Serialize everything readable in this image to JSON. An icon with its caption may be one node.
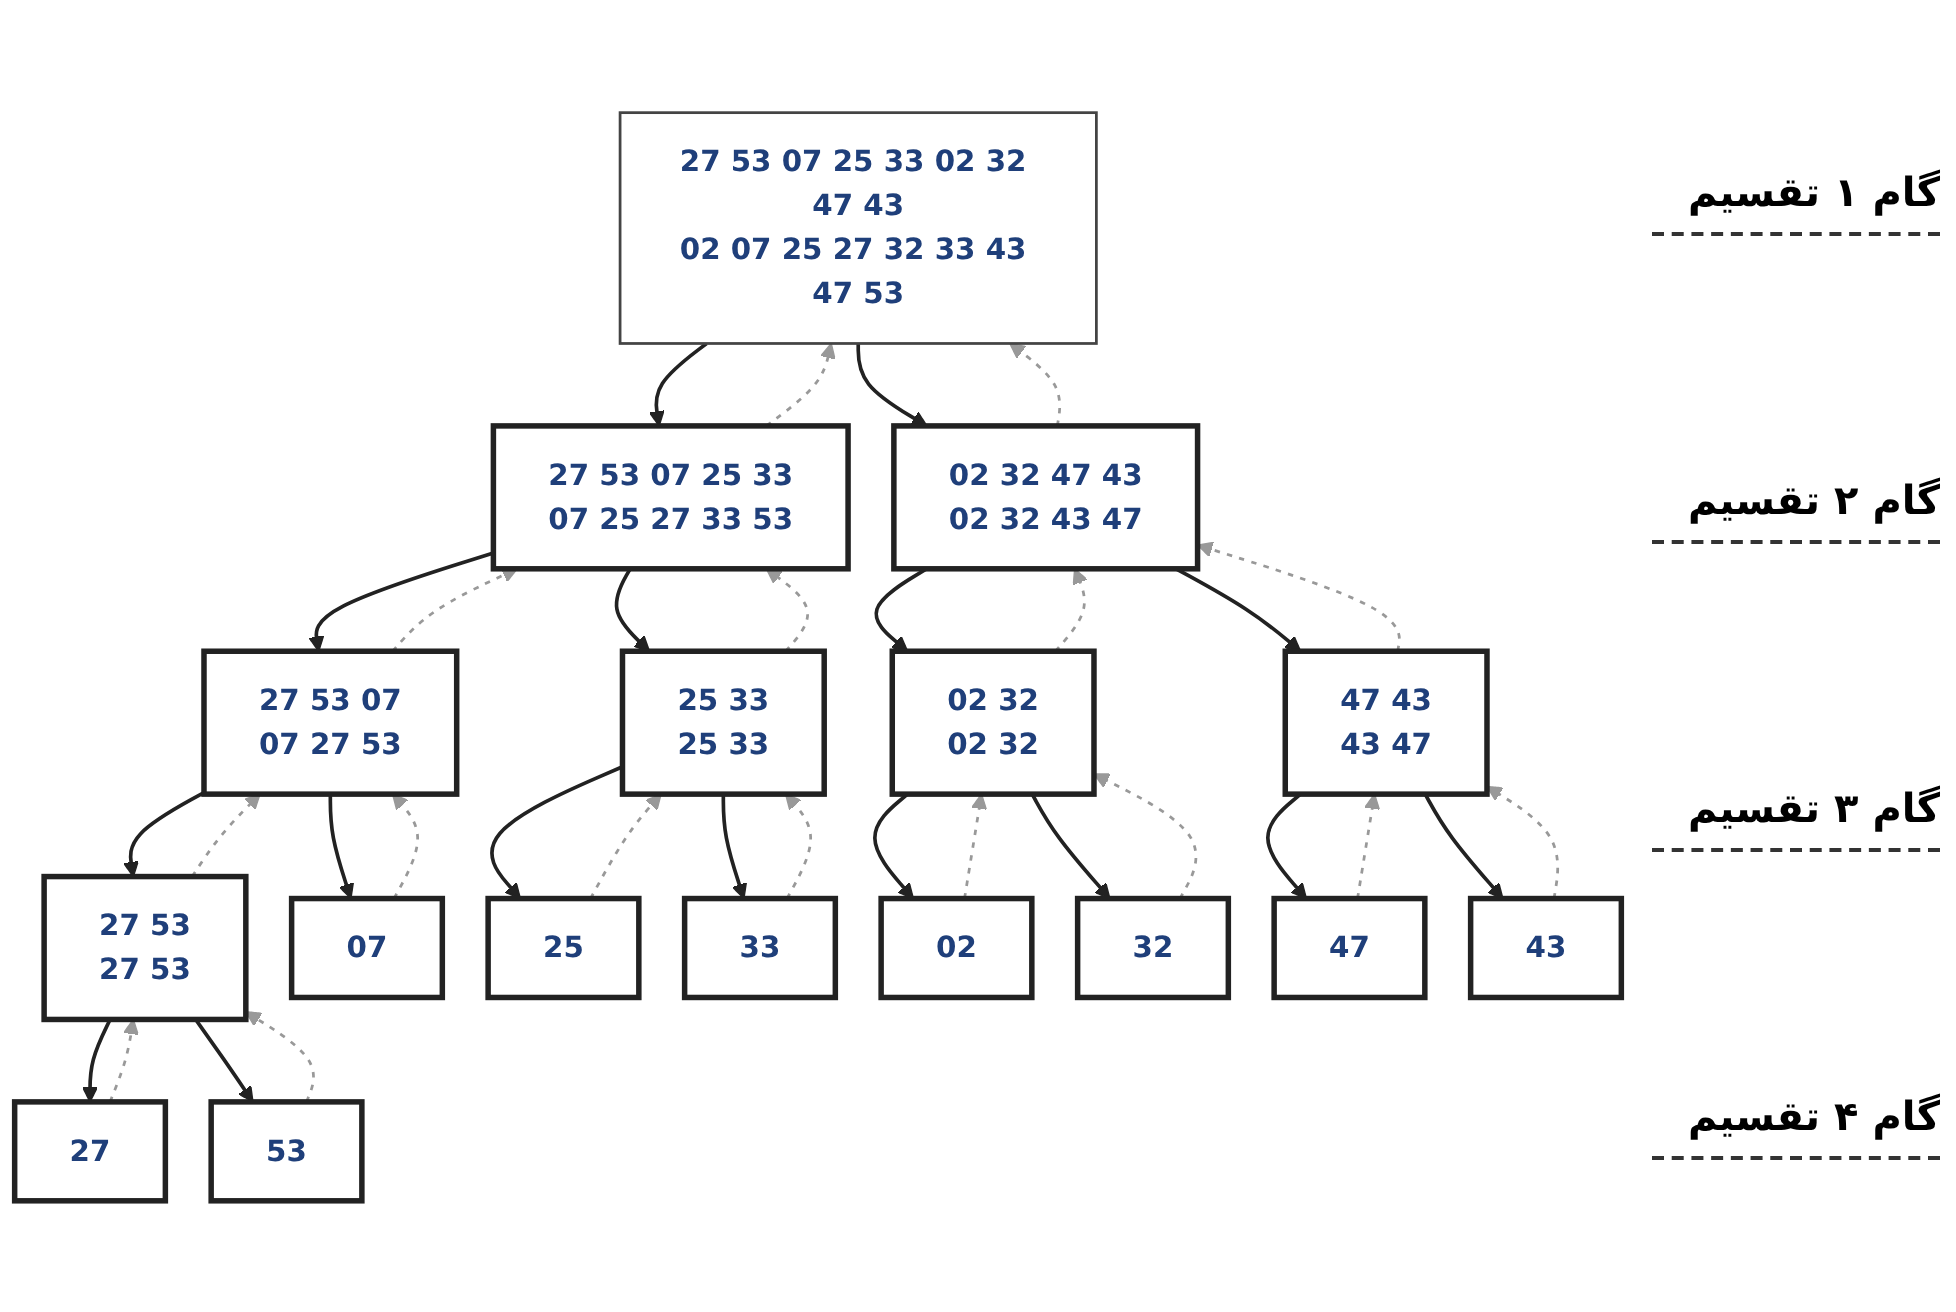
{
  "diagram": {
    "nodes": [
      {
        "text": [
          "27 53 07 25 33 02 32 47 43",
          "02 07 25 27 32 33 43 47 53"
        ]
      },
      {
        "text": [
          "27 53 07 25 33",
          "07 25 27 33 53"
        ]
      },
      {
        "text": [
          "02 32 47 43",
          "02 32 43 47"
        ]
      },
      {
        "text": [
          "27 53 07",
          "07 27 53"
        ]
      },
      {
        "text": [
          "25 33",
          "25 33"
        ]
      },
      {
        "text": [
          "02 32",
          "02 32"
        ]
      },
      {
        "text": [
          "47 43",
          "43 47"
        ]
      },
      {
        "text": [
          "27 53",
          "27 53"
        ]
      },
      {
        "text": [
          "07"
        ]
      },
      {
        "text": [
          "25"
        ]
      },
      {
        "text": [
          "33"
        ]
      },
      {
        "text": [
          "02"
        ]
      },
      {
        "text": [
          "32"
        ]
      },
      {
        "text": [
          "47"
        ]
      },
      {
        "text": [
          "43"
        ]
      },
      {
        "text": [
          "27"
        ]
      },
      {
        "text": [
          "53"
        ]
      }
    ],
    "edges": [
      {
        "from": 0,
        "to": 1,
        "arrow": "to"
      },
      {
        "from": 0,
        "to": 2,
        "arrow": "to"
      },
      {
        "from": 1,
        "to": 3,
        "arrow": "to"
      },
      {
        "from": 1,
        "to": 4,
        "arrow": "to"
      },
      {
        "from": 2,
        "to": 5,
        "arrow": "to"
      },
      {
        "from": 2,
        "to": 6,
        "arrow": "to"
      },
      {
        "from": 3,
        "to": 7,
        "arrow": "to"
      },
      {
        "from": 3,
        "to": 8,
        "arrow": "to"
      },
      {
        "from": 4,
        "to": 9,
        "arrow": "to"
      },
      {
        "from": 4,
        "to": 10,
        "arrow": "to"
      },
      {
        "from": 5,
        "to": 11,
        "arrow": "to"
      },
      {
        "from": 5,
        "to": 12,
        "arrow": "to"
      },
      {
        "from": 6,
        "to": 13,
        "arrow": "to"
      },
      {
        "from": 6,
        "to": 14,
        "arrow": "to"
      },
      {
        "from": 7,
        "to": 15,
        "arrow": "to"
      },
      {
        "from": 7,
        "to": 16,
        "arrow": "to"
      },
      {
        "from": 1,
        "to": 0,
        "arrow": "to",
        "style": "dashed",
        "color": "#999999"
      },
      {
        "from": 2,
        "to": 0,
        "arrow": "to",
        "style": "dashed",
        "color": "#999999"
      },
      {
        "from": 3,
        "to": 1,
        "arrow": "to",
        "style": "dashed",
        "color": "#999999"
      },
      {
        "from": 4,
        "to": 1,
        "arrow": "to",
        "style": "dashed",
        "color": "#999999"
      },
      {
        "from": 5,
        "to": 2,
        "arrow": "to",
        "style": "dashed",
        "color": "#999999"
      },
      {
        "from": 6,
        "to": 2,
        "arrow": "to",
        "style": "dashed",
        "color": "#999999"
      },
      {
        "from": 7,
        "to": 3,
        "arrow": "to",
        "style": "dashed",
        "color": "#999999"
      },
      {
        "from": 8,
        "to": 3,
        "arrow": "to",
        "style": "dashed",
        "color": "#999999"
      },
      {
        "from": 9,
        "to": 4,
        "arrow": "to",
        "style": "dashed",
        "color": "#999999"
      },
      {
        "from": 10,
        "to": 4,
        "arrow": "to",
        "style": "dashed",
        "color": "#999999"
      },
      {
        "from": 11,
        "to": 5,
        "arrow": "to",
        "style": "dashed",
        "color": "#999999"
      },
      {
        "from": 12,
        "to": 5,
        "arrow": "to",
        "style": "dashed",
        "color": "#999999"
      },
      {
        "from": 13,
        "to": 6,
        "arrow": "to",
        "style": "dashed",
        "color": "#999999"
      },
      {
        "from": 14,
        "to": 6,
        "arrow": "to",
        "style": "dashed",
        "color": "#999999"
      },
      {
        "from": 15,
        "to": 7,
        "arrow": "to",
        "style": "dashed",
        "color": "#999999"
      },
      {
        "from": 16,
        "to": 7,
        "arrow": "to",
        "style": "dashed",
        "color": "#999999"
      }
    ],
    "labels": [
      "گام ۱ تقسیم",
      "گام ۲ تقسیم",
      "گام ۳ تقسیم",
      "گام ۴ تقسیم"
    ]
  }
}
